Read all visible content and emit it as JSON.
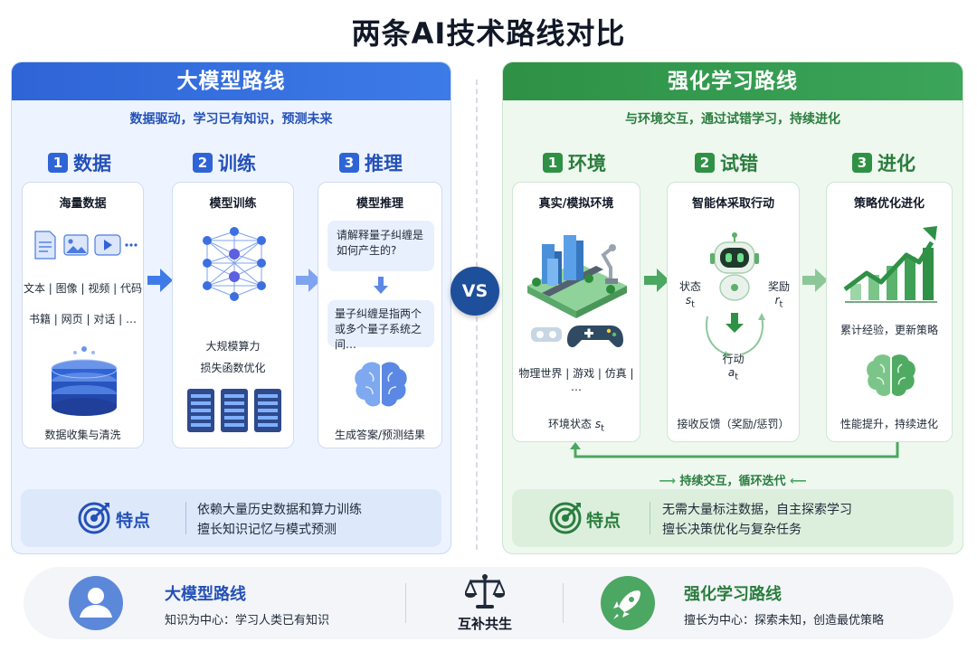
{
  "title": "两条AI技术路线对比",
  "vs": "VS",
  "left": {
    "header": "大模型路线",
    "subtitle": "数据驱动，学习已有知识，预测未来",
    "steps": [
      {
        "num": "1",
        "label": "数据"
      },
      {
        "num": "2",
        "label": "训练"
      },
      {
        "num": "3",
        "label": "推理"
      }
    ],
    "card1": {
      "title": "海量数据",
      "types_1": "文本 | 图像 | 视频 | 代码",
      "types_2": "书籍 | 网页 | 对话 | …",
      "bottom": "数据收集与清洗",
      "ellipsis": "···"
    },
    "card2": {
      "title": "模型训练",
      "line1": "大规模算力",
      "line2": "损失函数优化"
    },
    "card3": {
      "title": "模型推理",
      "question": "请解释量子纠缠是如何产生的?",
      "answer": "量子纠缠是指两个或多个量子系统之间…",
      "bottom": "生成答案/预测结果"
    },
    "feature": {
      "label": "特点",
      "line1": "依赖大量历史数据和算力训练",
      "line2": "擅长知识记忆与模式预测"
    }
  },
  "right": {
    "header": "强化学习路线",
    "subtitle": "与环境交互，通过试错学习，持续进化",
    "steps": [
      {
        "num": "1",
        "label": "环境"
      },
      {
        "num": "2",
        "label": "试错"
      },
      {
        "num": "3",
        "label": "进化"
      }
    ],
    "card1": {
      "title": "真实/模拟环境",
      "types": "物理世界 | 游戏 | 仿真 | …",
      "bottom_text": "环境状态",
      "bottom_sym": "s",
      "bottom_sub": "t"
    },
    "card2": {
      "title": "智能体采取行动",
      "state": "状态",
      "state_sym": "s",
      "state_sub": "t",
      "reward": "奖励",
      "reward_sym": "r",
      "reward_sub": "t",
      "action": "行动",
      "action_sym": "a",
      "action_sub": "t",
      "bottom": "接收反馈（奖励/惩罚）"
    },
    "card3": {
      "title": "策略优化进化",
      "middle": "累计经验，更新策略",
      "bottom": "性能提升，持续进化"
    },
    "loop_label": "持续交互，循环迭代",
    "feature": {
      "label": "特点",
      "line1": "无需大量标注数据，自主探索学习",
      "line2": "擅长决策优化与复杂任务"
    }
  },
  "bottom": {
    "left_title": "大模型路线",
    "left_desc": "知识为中心：学习人类已有知识",
    "center": "互补共生",
    "right_title": "强化学习路线",
    "right_desc": "擅长为中心：探索未知，创造最优策略"
  },
  "colors": {
    "blue": "#2f64d6",
    "green": "#2e9145",
    "navy": "#1e4f9a"
  }
}
